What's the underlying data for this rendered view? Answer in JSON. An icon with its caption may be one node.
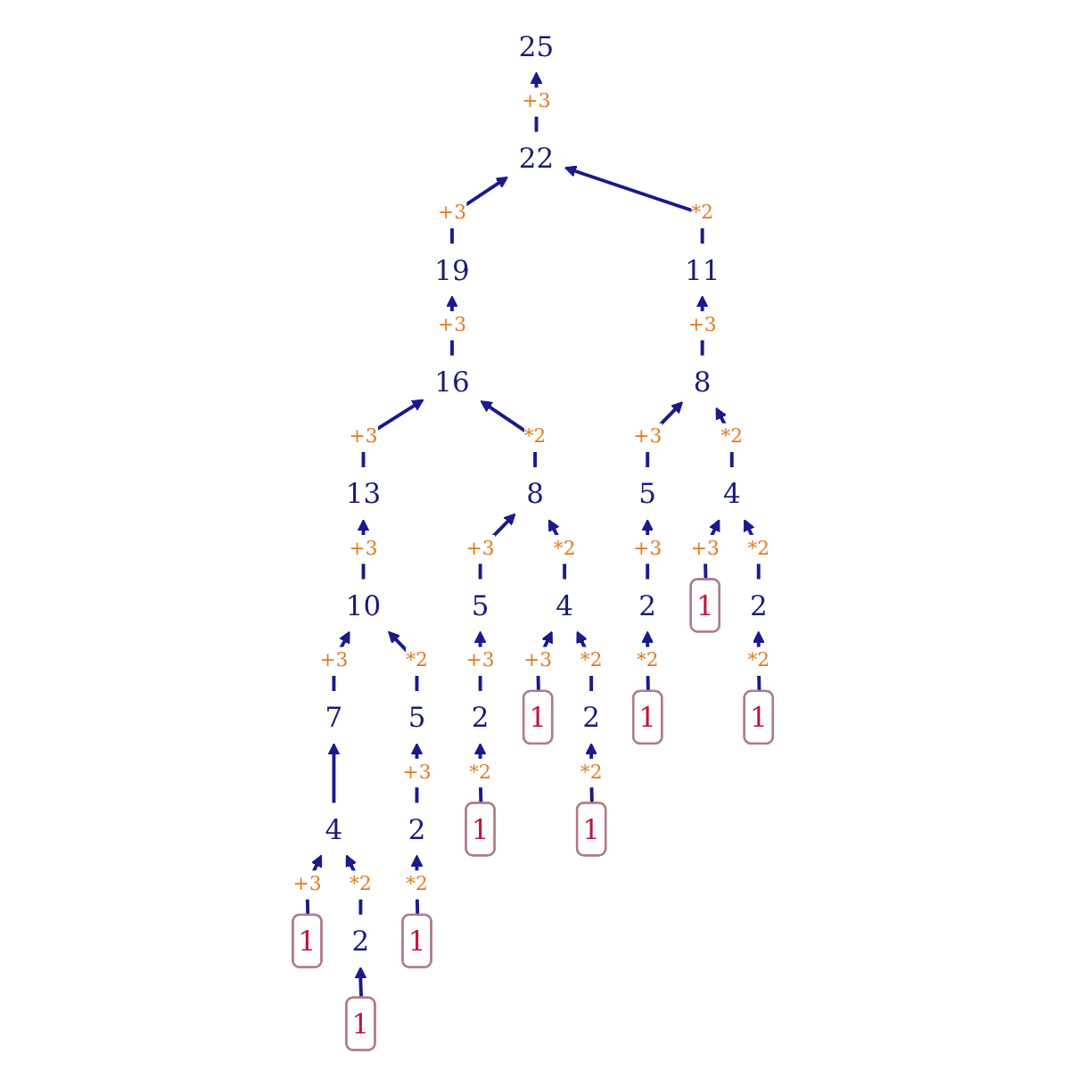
{
  "diagram": {
    "nodes": [
      {
        "text": [
          "25"
        ]
      },
      {
        "text": [
          "22"
        ]
      },
      {
        "text": [
          "19"
        ]
      },
      {
        "text": [
          "11"
        ]
      },
      {
        "text": [
          "16"
        ]
      },
      {
        "text": [
          "8"
        ]
      },
      {
        "text": [
          "13"
        ]
      },
      {
        "text": [
          "8"
        ]
      },
      {
        "text": [
          "5"
        ]
      },
      {
        "text": [
          "4"
        ]
      },
      {
        "text": [
          "10"
        ]
      },
      {
        "text": [
          "5"
        ]
      },
      {
        "text": [
          "4"
        ]
      },
      {
        "text": [
          "2"
        ]
      },
      {
        "text": [
          "1"
        ]
      },
      {
        "text": [
          "2"
        ]
      },
      {
        "text": [
          "7"
        ]
      },
      {
        "text": [
          "5"
        ]
      },
      {
        "text": [
          "2"
        ]
      },
      {
        "text": [
          "1"
        ]
      },
      {
        "text": [
          "2"
        ]
      },
      {
        "text": [
          "1"
        ]
      },
      {
        "text": [
          "1"
        ]
      },
      {
        "text": [
          "4"
        ]
      },
      {
        "text": [
          "2"
        ]
      },
      {
        "text": [
          "1"
        ]
      },
      {
        "text": [
          "1"
        ]
      },
      {
        "text": [
          "1"
        ]
      },
      {
        "text": [
          "2"
        ]
      },
      {
        "text": [
          "1"
        ]
      },
      {
        "text": [
          "1"
        ]
      }
    ],
    "edges": [
      {
        "from": 1,
        "to": 0,
        "arrow": "to",
        "label": "+3"
      },
      {
        "from": 2,
        "to": 1,
        "arrow": "to",
        "label": "+3"
      },
      {
        "from": 3,
        "to": 1,
        "arrow": "to",
        "label": "*2"
      },
      {
        "from": 4,
        "to": 2,
        "arrow": "to",
        "label": "+3"
      },
      {
        "from": 5,
        "to": 3,
        "arrow": "to",
        "label": "+3"
      },
      {
        "from": 6,
        "to": 4,
        "arrow": "to",
        "label": "+3"
      },
      {
        "from": 7,
        "to": 4,
        "arrow": "to",
        "label": "*2"
      },
      {
        "from": 8,
        "to": 5,
        "arrow": "to",
        "label": "+3"
      },
      {
        "from": 9,
        "to": 5,
        "arrow": "to",
        "label": "*2"
      },
      {
        "from": 10,
        "to": 6,
        "arrow": "to",
        "label": "+3"
      },
      {
        "from": 11,
        "to": 7,
        "arrow": "to",
        "label": "+3"
      },
      {
        "from": 12,
        "to": 7,
        "arrow": "to",
        "label": "*2"
      },
      {
        "from": 13,
        "to": 8,
        "arrow": "to",
        "label": "+3"
      },
      {
        "from": 14,
        "to": 9,
        "arrow": "to",
        "label": "+3"
      },
      {
        "from": 15,
        "to": 9,
        "arrow": "to",
        "label": "*2"
      },
      {
        "from": 16,
        "to": 10,
        "arrow": "to",
        "label": "+3"
      },
      {
        "from": 17,
        "to": 10,
        "arrow": "to",
        "label": "*2"
      },
      {
        "from": 18,
        "to": 11,
        "arrow": "to",
        "label": "+3"
      },
      {
        "from": 19,
        "to": 12,
        "arrow": "to",
        "label": "+3"
      },
      {
        "from": 20,
        "to": 12,
        "arrow": "to",
        "label": "*2"
      },
      {
        "from": 21,
        "to": 13,
        "arrow": "to",
        "label": "*2"
      },
      {
        "from": 22,
        "to": 15,
        "arrow": "to",
        "label": "*2"
      },
      {
        "from": 23,
        "to": 16,
        "arrow": "to"
      },
      {
        "from": 24,
        "to": 17,
        "arrow": "to",
        "label": "+3"
      },
      {
        "from": 25,
        "to": 18,
        "arrow": "to",
        "label": "*2"
      },
      {
        "from": 26,
        "to": 20,
        "arrow": "to",
        "label": "*2"
      },
      {
        "from": 27,
        "to": 23,
        "arrow": "to",
        "label": "+3"
      },
      {
        "from": 28,
        "to": 23,
        "arrow": "to",
        "label": "*2"
      },
      {
        "from": 29,
        "to": 24,
        "arrow": "to",
        "label": "*2"
      },
      {
        "from": 30,
        "to": 28,
        "arrow": "to"
      }
    ]
  }
}
